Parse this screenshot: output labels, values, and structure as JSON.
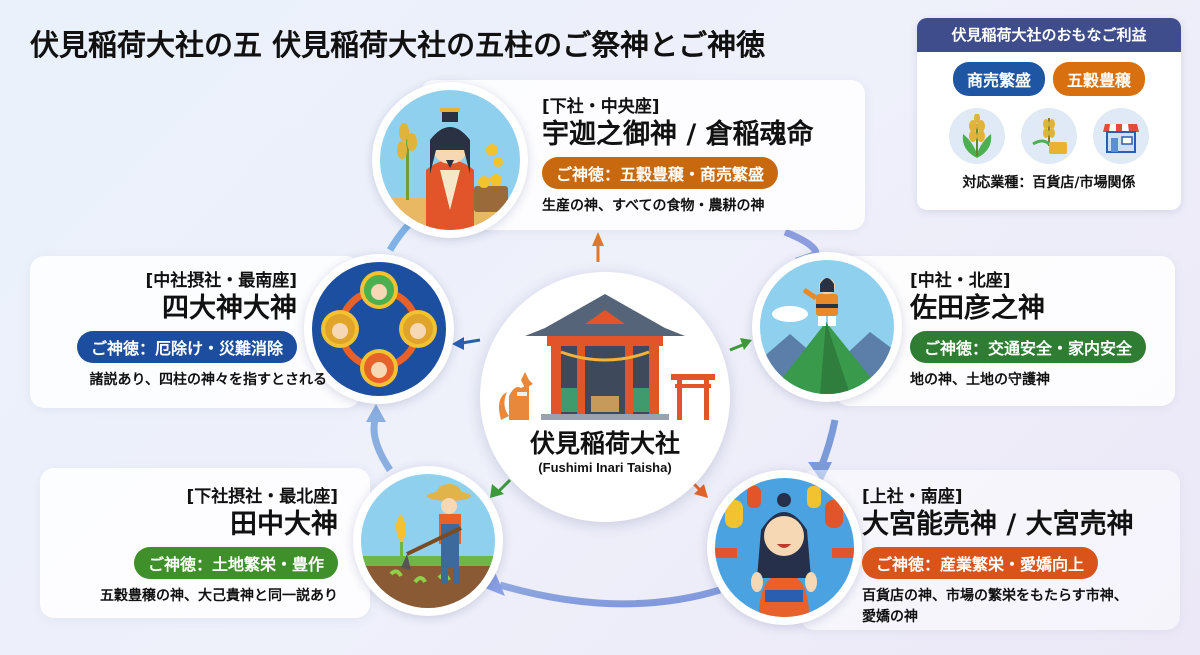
{
  "title": "伏見稲荷大社の五 伏見稲荷大社の五柱のご祭神とご神徳",
  "benefits": {
    "header": "伏見稲荷大社のおもなご利益",
    "pills": [
      {
        "label": "商売繁盛",
        "color": "#1f56a3"
      },
      {
        "label": "五穀豊穣",
        "color": "#d9700f"
      }
    ],
    "icons": [
      "rice-plant-icon",
      "harvest-grain-icon",
      "storefront-icon"
    ],
    "footer": "対応業種：百貨店/市場関係"
  },
  "center": {
    "name": "伏見稲荷大社",
    "subtitle": "(Fushimi Inari Taisha)",
    "icons": [
      "shrine-icon",
      "fox-icon",
      "torii-icon"
    ]
  },
  "deities": [
    {
      "position": "top",
      "shrine": "[下社・中央座]",
      "name": "宇迦之御神 / 倉稲魂命",
      "virtue": "ご神徳：五穀豊穣・商売繁盛",
      "virtue_color": "#c9690f",
      "description": "生産の神、すべての食物・農耕の神",
      "portrait": "deity-with-rice-and-treasure"
    },
    {
      "position": "right",
      "shrine": "[中社・北座]",
      "name": "佐田彦之神",
      "virtue": "ご神徳：交通安全・家内安全",
      "virtue_color": "#2e7d32",
      "description": "地の神、土地の守護神",
      "portrait": "deity-on-mountain"
    },
    {
      "position": "bottom-right",
      "shrine": "[上社・南座]",
      "name": "大宮能売神 / 大宮売神",
      "virtue": "ご神徳：産業繁栄・愛嬌向上",
      "virtue_color": "#d9541a",
      "description_lines": [
        "百貨店の神、市場の繁栄をもたらす市神、",
        "愛嬌の神"
      ],
      "portrait": "goddess-at-market"
    },
    {
      "position": "bottom-left",
      "shrine": "[下社摂社・最北座]",
      "name": "田中大神",
      "virtue": "ご神徳：土地繁栄・豊作",
      "virtue_color": "#3f8f2a",
      "description": "五穀豊穣の神、大己貴神と同一説あり",
      "portrait": "farmer-with-hoe"
    },
    {
      "position": "left",
      "shrine": "[中社摂社・最南座]",
      "name": "四大神大神",
      "virtue": "ご神徳：厄除け・災難消除",
      "virtue_color": "#1c4d9e",
      "description": "諸説あり、四柱の神々を指すとされる",
      "portrait": "four-deities-emblem"
    }
  ]
}
